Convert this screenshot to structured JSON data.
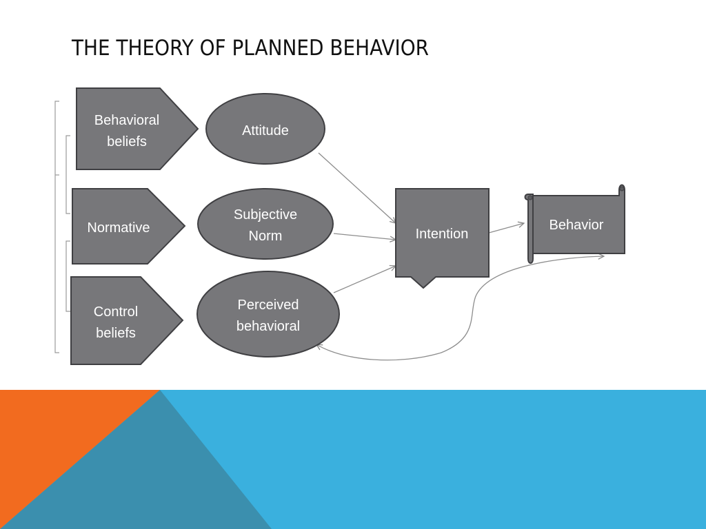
{
  "title": "THE THEORY OF PLANNED BEHAVIOR",
  "nodes": {
    "behavioral_beliefs": [
      "Behavioral",
      "beliefs"
    ],
    "normative": [
      "Normative"
    ],
    "control_beliefs": [
      "Control",
      "beliefs"
    ],
    "attitude": [
      "Attitude"
    ],
    "subjective_norm": [
      "Subjective",
      "Norm"
    ],
    "perceived_behavioral": [
      "Perceived",
      "behavioral"
    ],
    "intention": [
      "Intention"
    ],
    "behavior": [
      "Behavior"
    ]
  },
  "colors": {
    "shape_fill": "#77777a",
    "shape_stroke": "#3f3f42",
    "connector": "#8c8c8c",
    "footer_blue": "#3ab0de",
    "footer_teal": "#3b8fae",
    "footer_orange": "#f26b1f"
  }
}
